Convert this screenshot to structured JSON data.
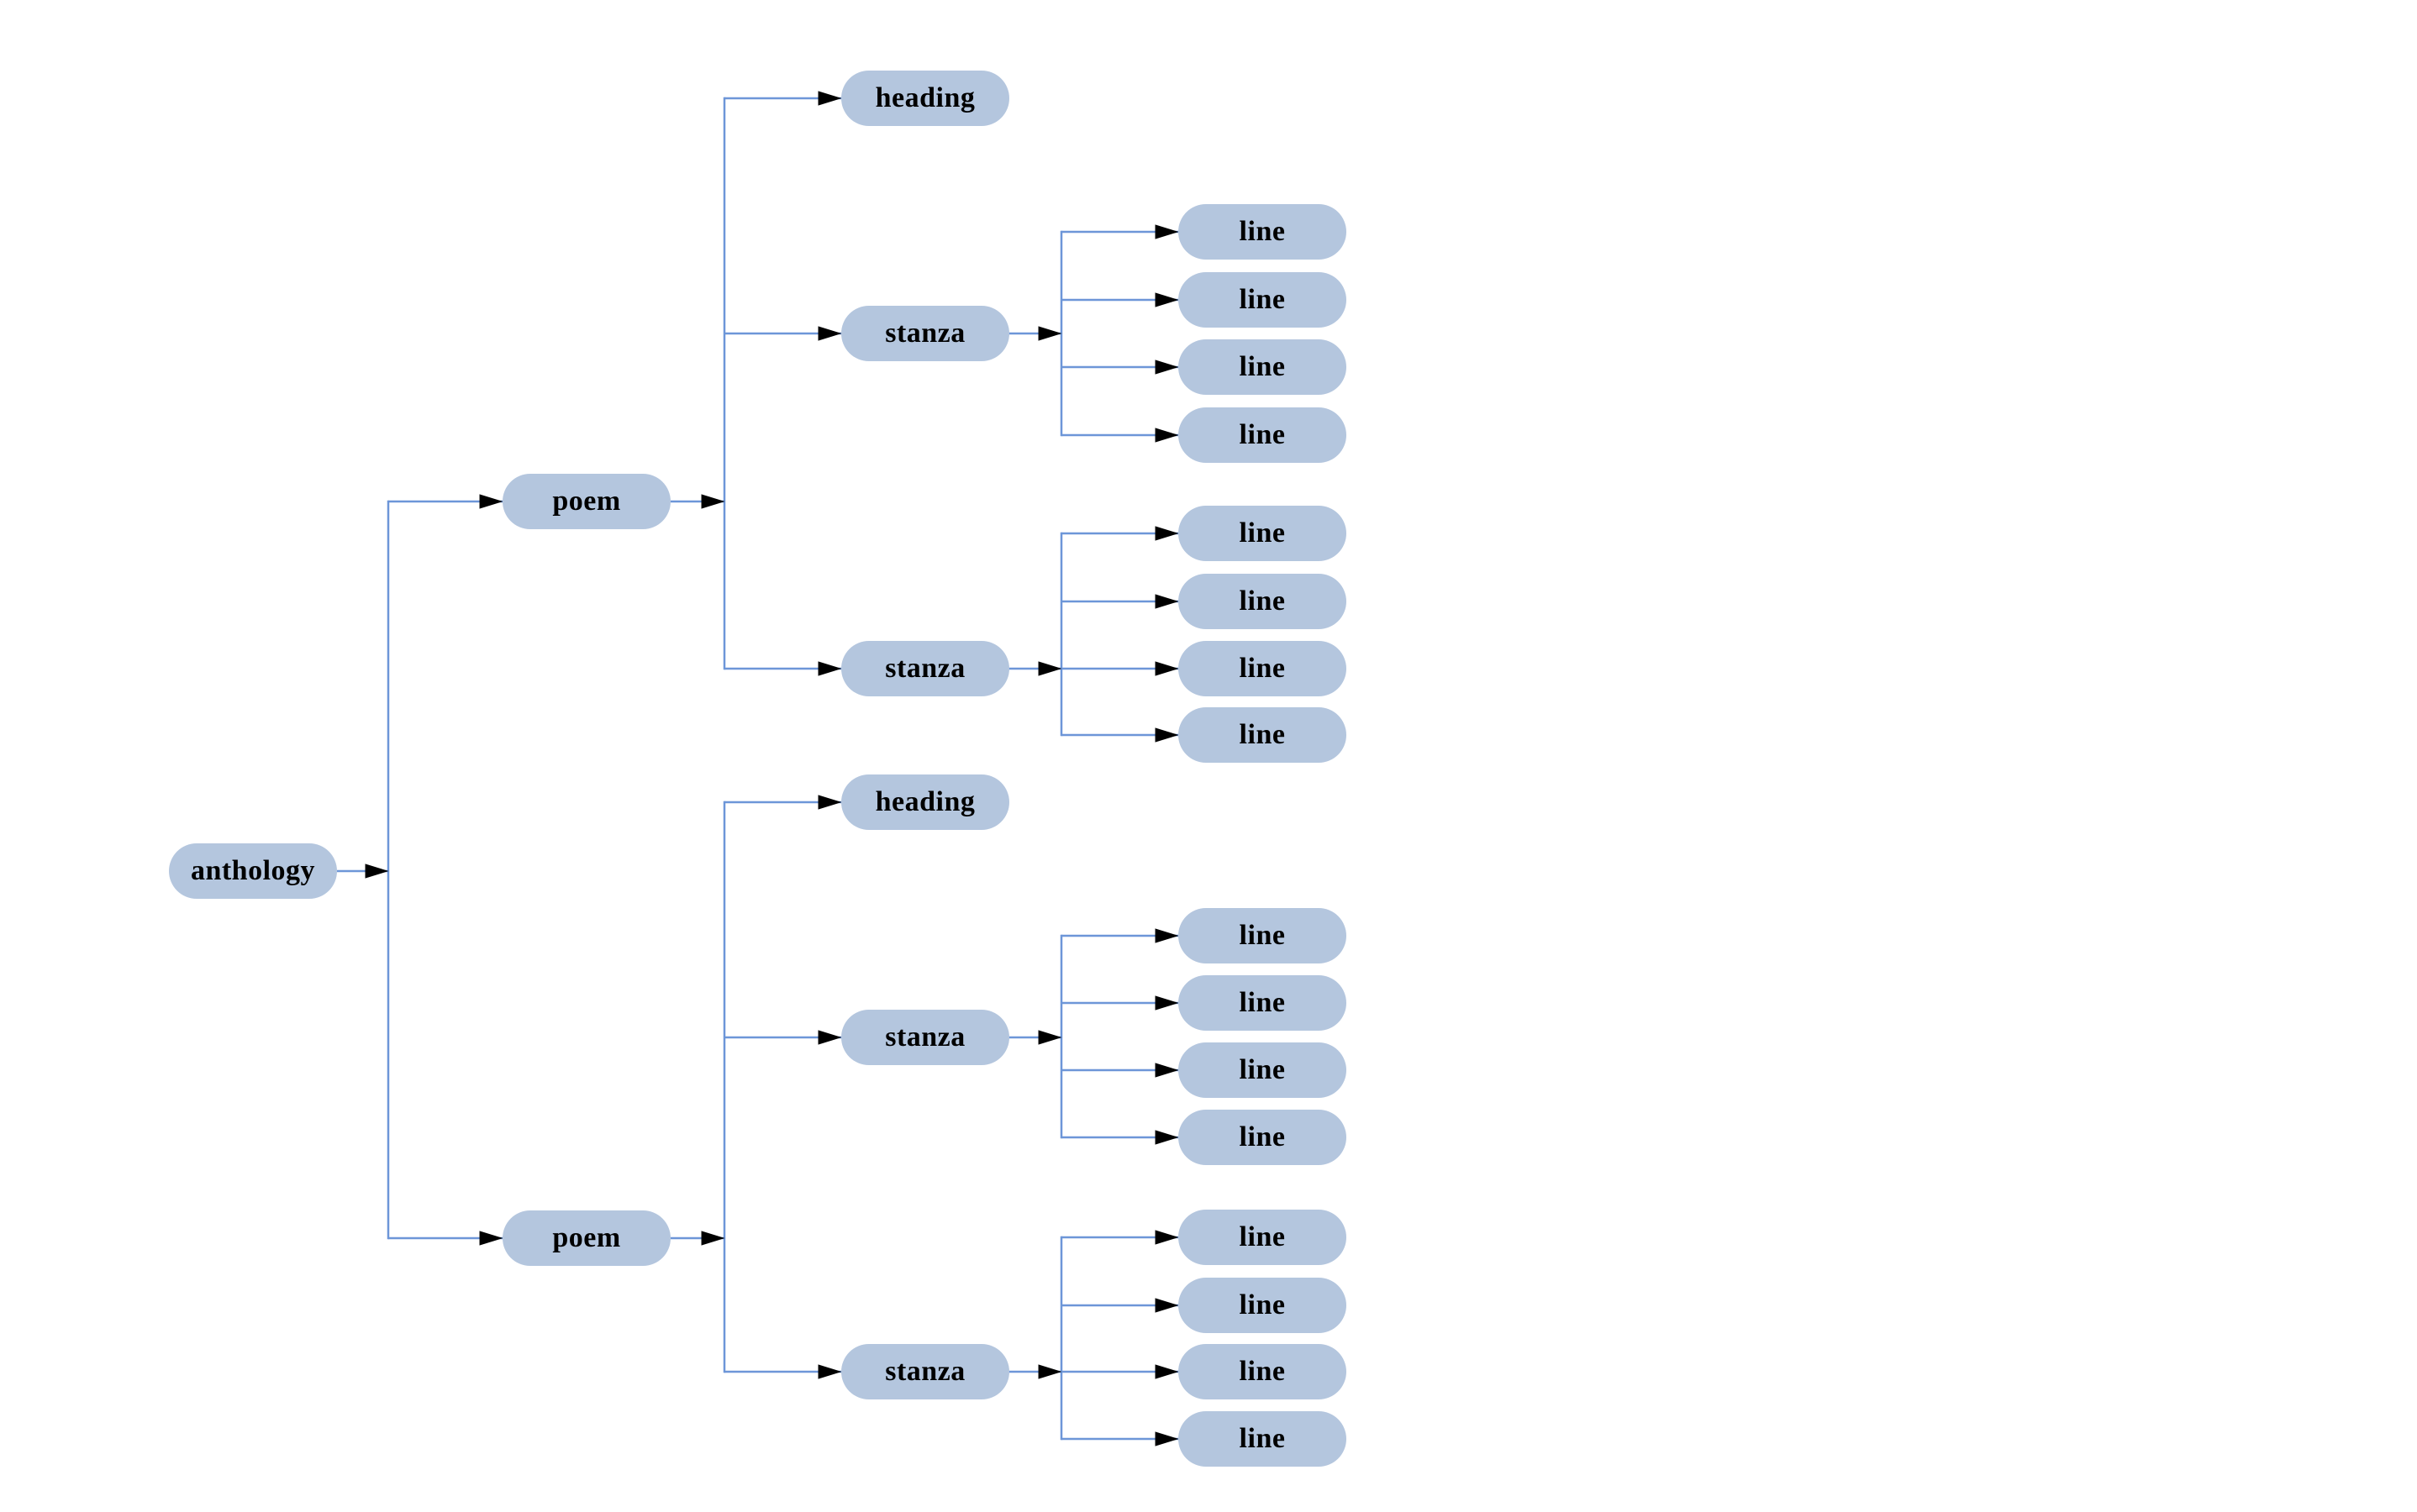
{
  "diagram": {
    "type": "tree",
    "root": {
      "label": "anthology",
      "children": [
        {
          "label": "poem",
          "children": [
            {
              "label": "heading",
              "children": []
            },
            {
              "label": "stanza",
              "children": [
                {
                  "label": "line"
                },
                {
                  "label": "line"
                },
                {
                  "label": "line"
                },
                {
                  "label": "line"
                }
              ]
            },
            {
              "label": "stanza",
              "children": [
                {
                  "label": "line"
                },
                {
                  "label": "line"
                },
                {
                  "label": "line"
                },
                {
                  "label": "line"
                }
              ]
            }
          ]
        },
        {
          "label": "poem",
          "children": [
            {
              "label": "heading",
              "children": []
            },
            {
              "label": "stanza",
              "children": [
                {
                  "label": "line"
                },
                {
                  "label": "line"
                },
                {
                  "label": "line"
                },
                {
                  "label": "line"
                }
              ]
            },
            {
              "label": "stanza",
              "children": [
                {
                  "label": "line"
                },
                {
                  "label": "line"
                },
                {
                  "label": "line"
                },
                {
                  "label": "line"
                }
              ]
            }
          ]
        }
      ]
    },
    "colors": {
      "background": "#ffffff",
      "node_fill": "#b4c6de",
      "node_text": "#000000",
      "edge": "#6d96d8",
      "arrowhead": "#000000"
    }
  }
}
